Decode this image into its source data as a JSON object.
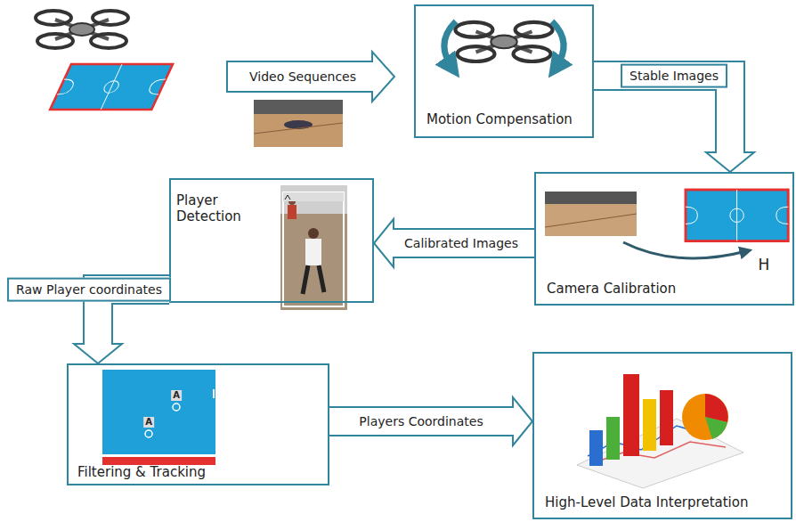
{
  "diagram": {
    "nodes": [
      {
        "text": [
          "Motion Compensation"
        ]
      },
      {
        "text": [
          "Player Detection"
        ]
      },
      {
        "text": [
          "Camera Calibration"
        ]
      },
      {
        "text": [
          "Filtering & Tracking"
        ]
      },
      {
        "text": [
          "High-Level Data Interpretation"
        ]
      }
    ],
    "edges": [
      {
        "from": 0,
        "to": 2,
        "arrow": "to",
        "label": "Stable Images"
      },
      {
        "from": 2,
        "to": 1,
        "arrow": "to",
        "label": "Calibrated Images"
      },
      {
        "from": 1,
        "to": 3,
        "arrow": "to",
        "label": "Raw Player coordinates"
      },
      {
        "from": 3,
        "to": 4,
        "arrow": "to",
        "label": "Players Coordinates"
      }
    ],
    "labels": [
      "Video Sequences",
      "H",
      "A",
      "A"
    ]
  }
}
